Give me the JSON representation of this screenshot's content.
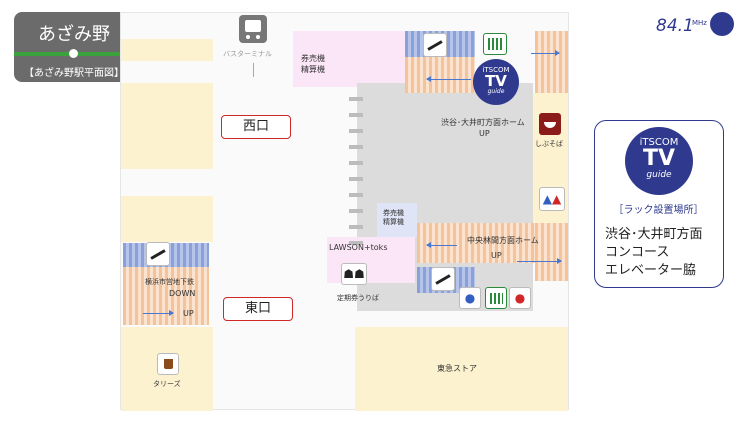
{
  "station_badge": {
    "name": "あざみ野",
    "subtitle": "【あざみ野駅平面図】"
  },
  "radio_logo": {
    "frequency": "84.1",
    "unit": "MHz"
  },
  "map": {
    "bus_terminal": "バスターミナル",
    "ticket_machine_top": "券売機\n精算機",
    "ticket_machine_mid": "券売機\n精算機",
    "west_exit": "西口",
    "east_exit": "東口",
    "platform_shibuya": "渋谷･大井町方面ホーム",
    "platform_shibuya_dir": "UP",
    "platform_chuo": "中央林間方面ホーム",
    "platform_chuo_dir": "UP",
    "subway_label": "横浜市営地下鉄",
    "subway_down": "DOWN",
    "subway_up": "UP",
    "shibusoba": "しぶそば",
    "lawson": "LAWSON+toks",
    "commuter_pass": "定期券うりば",
    "tullys": "タリーズ",
    "tokyu_store": "東急ストア"
  },
  "tv_logo": {
    "top": "iTSCOM",
    "main": "TV",
    "sub": "guide"
  },
  "info_box": {
    "caption": "［ラック設置場所］",
    "line1": "渋谷･大井町方面",
    "line2": "コンコース",
    "line3": "エレベーター脇"
  },
  "colors": {
    "badge_bg": "#6b6b6b",
    "badge_stripe": "#3aa23a",
    "logo_blue": "#2f3a8f",
    "exit_red": "#d02828"
  }
}
